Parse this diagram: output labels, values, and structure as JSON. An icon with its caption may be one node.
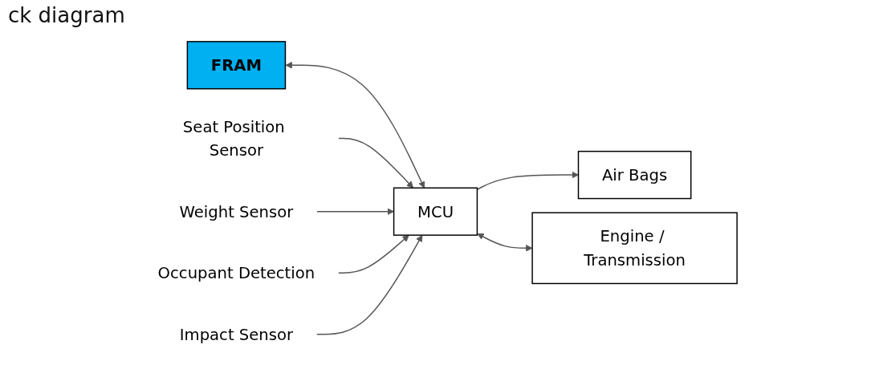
{
  "diagram": {
    "title": "ck diagram",
    "nodes": [
      {
        "text": [
          "FRAM"
        ]
      },
      {
        "text": [
          "Seat Position Sensor"
        ]
      },
      {
        "text": [
          "Weight Sensor"
        ]
      },
      {
        "text": [
          "Occupant Detection"
        ]
      },
      {
        "text": [
          "Impact Sensor"
        ]
      },
      {
        "text": [
          "MCU"
        ]
      },
      {
        "text": [
          "Air Bags"
        ]
      },
      {
        "text": [
          "Engine / Transmission"
        ]
      }
    ],
    "edges": [
      {
        "from": 0,
        "to": 5,
        "arrow": "both"
      },
      {
        "from": 1,
        "to": 5,
        "arrow": "to"
      },
      {
        "from": 2,
        "to": 5,
        "arrow": "to"
      },
      {
        "from": 3,
        "to": 5,
        "arrow": "to"
      },
      {
        "from": 4,
        "to": 5,
        "arrow": "to"
      },
      {
        "from": 5,
        "to": 6,
        "arrow": "to"
      },
      {
        "from": 5,
        "to": 7,
        "arrow": "both"
      }
    ]
  }
}
